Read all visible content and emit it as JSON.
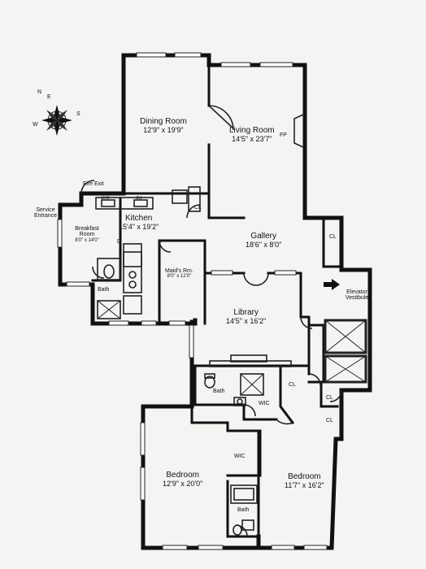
{
  "rooms": {
    "dining": {
      "name": "Dining Room",
      "dims": "12'9\" x 19'9\""
    },
    "living": {
      "name": "Living Room",
      "dims": "14'5\" x 23'7\""
    },
    "kitchen": {
      "name": "Kitchen",
      "dims": "15'4\" x 19'2\""
    },
    "breakfast": {
      "name": "Breakfast Room",
      "dims": "8'0\" x 14'0\""
    },
    "gallery": {
      "name": "Gallery",
      "dims": "18'6\" x 8'0\""
    },
    "maids": {
      "name": "Maid's Rm.",
      "dims": "8'0\" x 12'0\""
    },
    "library": {
      "name": "Library",
      "dims": "14'5\" x 16'2\""
    },
    "bedroom1": {
      "name": "Bedroom",
      "dims": "12'9\" x 20'0\""
    },
    "bedroom2": {
      "name": "Bedroom",
      "dims": "11'7\" x 16'2\""
    }
  },
  "labels": {
    "fire_exit": "Fire Exit",
    "service_entrance": "Service Entrance",
    "elevator_vestibule": "Elevator Vestibule",
    "closet": "CL",
    "bath": "Bath",
    "wic": "WIC",
    "fireplace": "FP",
    "pantry": "D",
    "kitchen_sink": "sink",
    "kitchen_dw": "dw"
  },
  "compass": {
    "n": "N",
    "e": "E",
    "s": "S",
    "w": "W"
  }
}
